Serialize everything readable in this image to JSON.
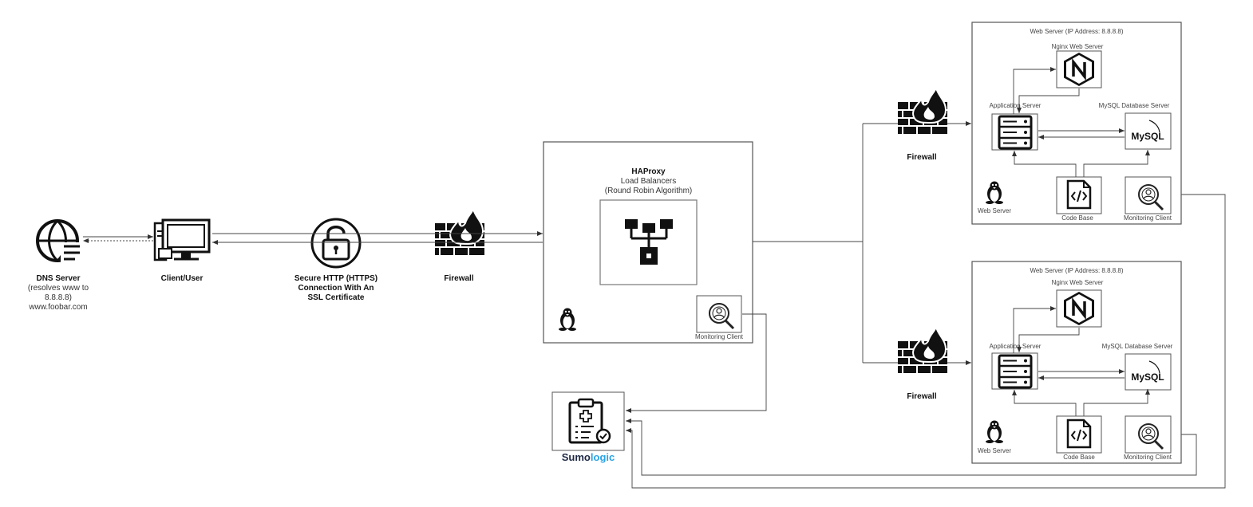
{
  "dns": {
    "title": "DNS Server",
    "lines": [
      "(resolves www to",
      "8.8.8.8)",
      "www.foobar.com"
    ]
  },
  "client": {
    "label": "Client/User"
  },
  "https": {
    "lines": [
      "Secure HTTP (HTTPS)",
      "Connection With An",
      "SSL Certificate"
    ]
  },
  "firewalls": {
    "left": "Firewall",
    "top": "Firewall",
    "bottom": "Firewall"
  },
  "haproxy": {
    "title": "HAProxy",
    "line1": "Load Balancers",
    "line2": "(Round Robin Algorithm)",
    "monitor": "Monitoring Client"
  },
  "sumo": {
    "part1": "Sumo",
    "part2": "logic",
    "color1": "#1f2a44",
    "color2": "#2aa3e6"
  },
  "servers": [
    {
      "title": "Web Server (IP Address: 8.8.8.8)",
      "nginx": "Nginx Web Server",
      "app": "Application Server",
      "db": "MySQL Database Server",
      "db_logo": "MySQL",
      "web": "Web Server",
      "code": "Code Base",
      "monitor": "Monitoring Client"
    },
    {
      "title": "Web Server (IP Address: 8.8.8.8)",
      "nginx": "Nginx Web Server",
      "app": "Application Server",
      "db": "MySQL Database Server",
      "db_logo": "MySQL",
      "web": "Web Server",
      "code": "Code Base",
      "monitor": "Monitoring Client"
    }
  ],
  "nginx_letter": "N"
}
